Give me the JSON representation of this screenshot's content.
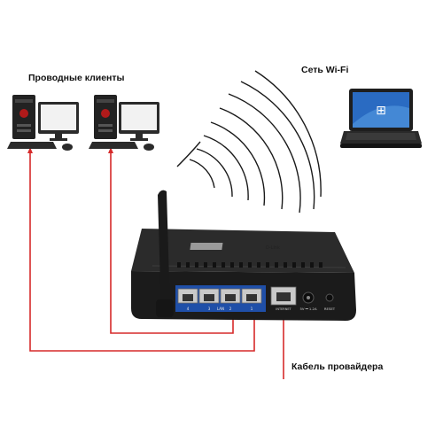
{
  "labels": {
    "wired_clients": "Проводные клиенты",
    "wifi_network": "Сеть Wi-Fi",
    "provider_cable": "Кабель провайдера"
  },
  "router": {
    "brand_plate": "D-Link",
    "lan_label": "LAN",
    "power_label": "5V ⎓ 1.2A",
    "reset_label": "RESET",
    "port_numbers": [
      "4",
      "3",
      "2",
      "1"
    ],
    "internet_label": "INTERNET"
  },
  "laptop": {
    "os_logo_glyph": "⊞"
  },
  "colors": {
    "cable": "#d62a2a",
    "wave": "#1a1a1a",
    "router_body": "#1b1b1b",
    "screen": "#2a6bc2"
  },
  "icons": [
    "pc-tower-icon",
    "monitor-icon",
    "keyboard-icon",
    "mouse-icon",
    "laptop-icon",
    "router-icon",
    "antenna-icon",
    "wifi-wave-icon"
  ]
}
